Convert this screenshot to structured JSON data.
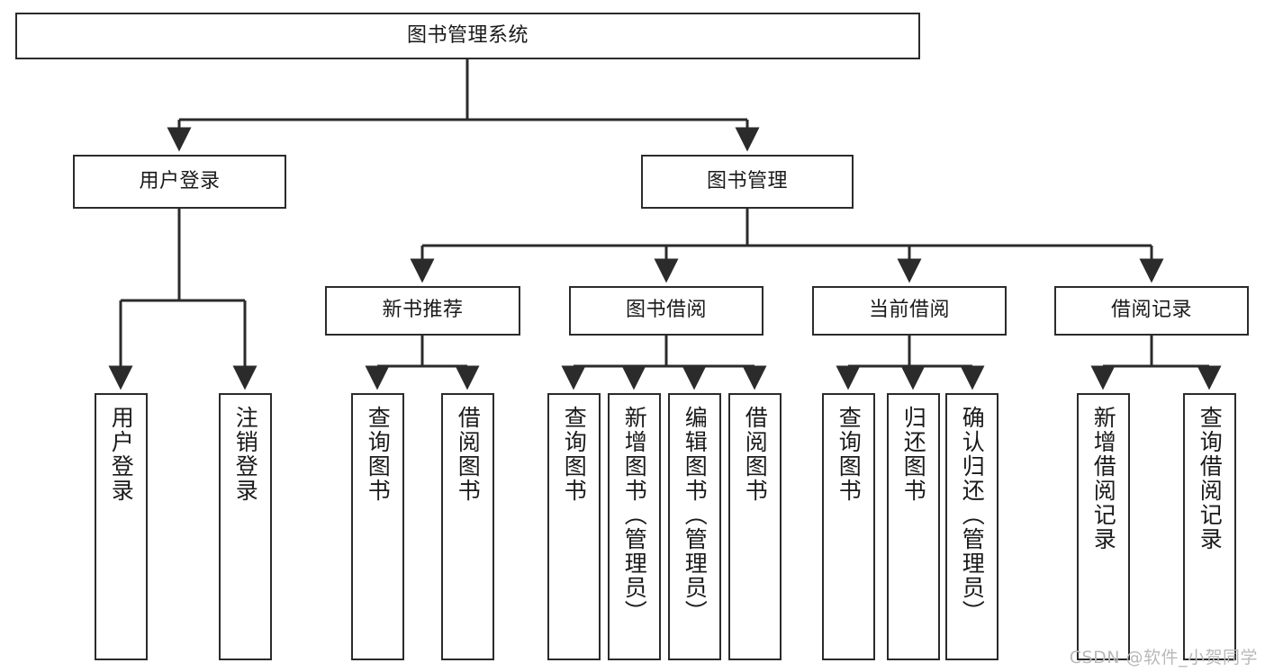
{
  "diagram": {
    "title": "图书管理系统",
    "type": "hierarchy-tree",
    "watermark": "CSDN @软件_小贺同学",
    "colors": {
      "box_border": "#2b2b2b",
      "box_fill": "#ffffff",
      "edge": "#2b2b2b",
      "text": "#1a1a1a",
      "watermark": "#b9b9b9"
    },
    "nodes": {
      "root": {
        "label": "图书管理系统"
      },
      "level2": [
        {
          "id": "user-login",
          "label": "用户登录"
        },
        {
          "id": "book-manage",
          "label": "图书管理"
        }
      ],
      "level3": [
        {
          "id": "new-book-recommend",
          "label": "新书推荐"
        },
        {
          "id": "book-borrow",
          "label": "图书借阅"
        },
        {
          "id": "current-borrow",
          "label": "当前借阅"
        },
        {
          "id": "borrow-record",
          "label": "借阅记录"
        }
      ],
      "leaves": {
        "user-login": [
          {
            "id": "leaf-user-login",
            "label": "用户登录"
          },
          {
            "id": "leaf-user-logout",
            "label": "注销登录"
          }
        ],
        "new-book-recommend": [
          {
            "id": "leaf-query-book-1",
            "label": "查询图书"
          },
          {
            "id": "leaf-borrow-book-1",
            "label": "借阅图书"
          }
        ],
        "book-borrow": [
          {
            "id": "leaf-query-book-2",
            "label": "查询图书"
          },
          {
            "id": "leaf-add-book",
            "label": "新增图书（管理员）"
          },
          {
            "id": "leaf-edit-book",
            "label": "编辑图书（管理员）"
          },
          {
            "id": "leaf-borrow-book-2",
            "label": "借阅图书"
          }
        ],
        "current-borrow": [
          {
            "id": "leaf-query-book-3",
            "label": "查询图书"
          },
          {
            "id": "leaf-return-book",
            "label": "归还图书"
          },
          {
            "id": "leaf-confirm-return",
            "label": "确认归还（管理员）"
          }
        ],
        "borrow-record": [
          {
            "id": "leaf-add-record",
            "label": "新增借阅记录"
          },
          {
            "id": "leaf-query-record",
            "label": "查询借阅记录"
          }
        ]
      }
    }
  }
}
